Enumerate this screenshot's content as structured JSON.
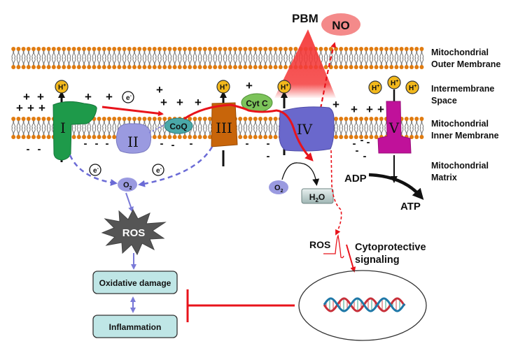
{
  "title_labels": {
    "pbm": "PBM",
    "no": "NO"
  },
  "region_labels": {
    "outer_membrane_line1": "Mitochondrial",
    "outer_membrane_line2": "Outer Membrane",
    "intermembrane_line1": "Intermembrane",
    "intermembrane_line2": "Space",
    "inner_membrane_line1": "Mitochondrial",
    "inner_membrane_line2": "Inner Membrane",
    "matrix_line1": "Mitochondrial",
    "matrix_line2": "Matrix"
  },
  "complexes": {
    "c1": "I",
    "c2": "II",
    "c3": "III",
    "c4": "IV",
    "c5": "V"
  },
  "carriers": {
    "coq": "CoQ",
    "cytc": "Cyt C"
  },
  "molecules": {
    "proton": "H+",
    "proton_base": "H",
    "proton_sup": "+",
    "electron_base": "e",
    "electron_sup": "-",
    "o2_base": "O",
    "o2_sub": "2",
    "h2o_h": "H",
    "h2o_sub": "2",
    "h2o_o": "O",
    "adp": "ADP",
    "atp": "ATP",
    "plus": "+",
    "minus": "-"
  },
  "pathway": {
    "ros_burst": "ROS",
    "oxidative_damage": "Oxidative damage",
    "inflammation": "Inflammation",
    "ros_signal": "ROS",
    "cytoprotective_line1": "Cytoprotective",
    "cytoprotective_line2": "signaling"
  },
  "colors": {
    "membrane_head": "#e07b10",
    "membrane_tail": "#777777",
    "complex1": "#1e9a4a",
    "complex2": "#9a9ae0",
    "complex3": "#c8650a",
    "complex4": "#6a68cc",
    "complex5": "#c0119a",
    "coq": "#4aa8a8",
    "cytc": "#7cc35a",
    "proton": "#f2b81c",
    "electron_path": "#e8131b",
    "leak_path": "#6b6bd6",
    "box_fill": "#bfe6e6",
    "no_fill": "#f48a8a",
    "pbm_beam": "#f43a3a"
  }
}
